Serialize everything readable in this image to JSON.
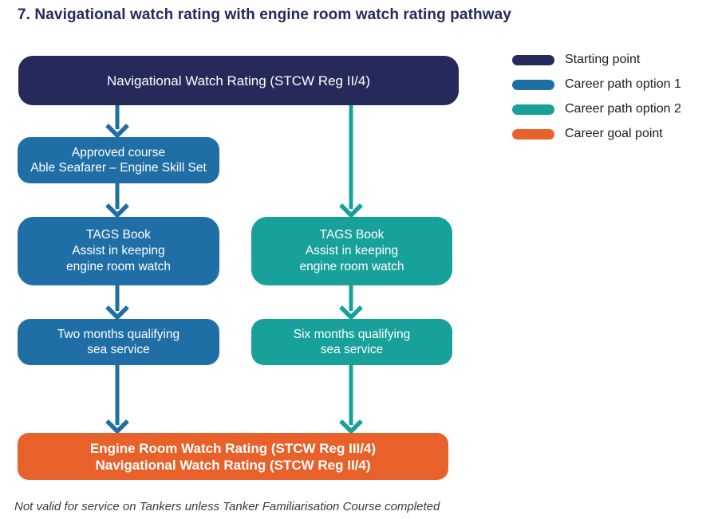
{
  "title": "7. Navigational watch rating with engine room watch rating pathway",
  "legend": {
    "items": [
      {
        "label": "Starting point",
        "color": "#252a5a"
      },
      {
        "label": "Career path option 1",
        "color": "#1f6fa6"
      },
      {
        "label": "Career path option 2",
        "color": "#18a19a"
      },
      {
        "label": "Career goal point",
        "color": "#e8612a"
      }
    ]
  },
  "nodes": {
    "start": {
      "lines": [
        "Navigational Watch Rating (STCW Reg II/4)"
      ]
    },
    "approved_course": {
      "lines": [
        "Approved course",
        "Able Seafarer – Engine Skill Set"
      ]
    },
    "tags_book_option1": {
      "lines": [
        "TAGS Book",
        "Assist in keeping",
        "engine room watch"
      ]
    },
    "tags_book_option2": {
      "lines": [
        "TAGS Book",
        "Assist in keeping",
        "engine room watch"
      ]
    },
    "two_months": {
      "lines": [
        "Two months qualifying",
        "sea service"
      ]
    },
    "six_months": {
      "lines": [
        "Six months qualifying",
        "sea service"
      ]
    },
    "goal": {
      "lines": [
        "Engine Room Watch Rating (STCW Reg III/4)",
        "Navigational Watch Rating (STCW Reg II/4)"
      ]
    }
  },
  "footnote": "Not valid for service on Tankers unless Tanker Familiarisation Course completed",
  "colors": {
    "starting_point": "#252a5a",
    "path_option_1": "#1f6fa6",
    "path_option_2": "#18a19a",
    "goal_point": "#e8612a",
    "title_text": "#252a5c",
    "legend_text": "#1e1e1e",
    "footnote_text": "#3c3c3c"
  }
}
